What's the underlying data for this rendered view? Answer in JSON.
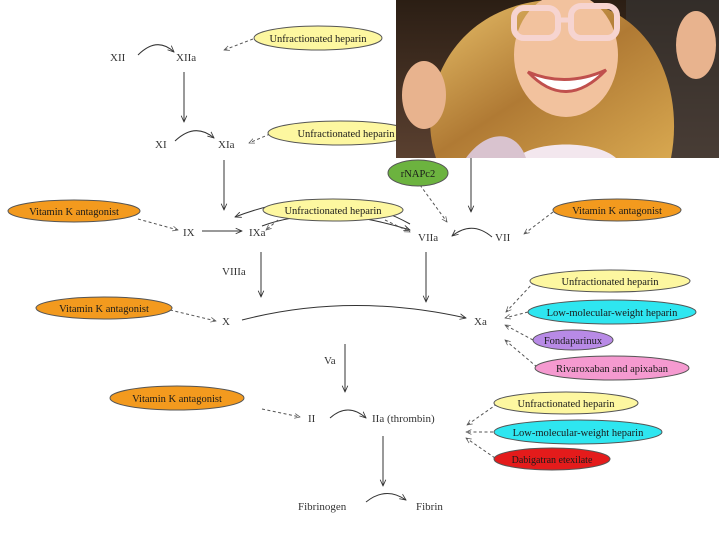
{
  "factors": {
    "xii": "XII",
    "xiia": "XIIa",
    "xi": "XI",
    "xia": "XIa",
    "ix": "IX",
    "ixa": "IXa",
    "viia": "VIIa",
    "vii": "VII",
    "viiia": "VIIIa",
    "x": "X",
    "xa": "Xa",
    "va": "Va",
    "ii": "II",
    "iia": "IIa (thrombin)",
    "fibrinogen": "Fibrinogen",
    "fibrin": "Fibrin"
  },
  "drugs": {
    "ufh_1": "Unfractionated heparin",
    "ufh_2": "Unfractionated heparin",
    "ufh_3": "Unfractionated heparin",
    "ufh_4": "Unfractionated heparin",
    "ufh_5": "Unfractionated heparin",
    "vka_1": "Vitamin K antagonist",
    "vka_2": "Vitamin K antagonist",
    "vka_3": "Vitamin K antagonist",
    "vka_4": "Vitamin K antagonist",
    "lmwh_1": "Low-molecular-weight heparin",
    "lmwh_2": "Low-molecular-weight heparin",
    "rnapc2": "rNAPc2",
    "fondaparinux": "Fondaparinux",
    "rivaroxaban": "Rivaroxaban and apixaban",
    "dabigatran": "Dabigatran etexilate"
  },
  "colors": {
    "heparin": "#fdf7a0",
    "vitamin_k": "#f39a1e",
    "lmwh": "#2ee6f0",
    "rnapc2": "#6cb33f",
    "fondaparinux": "#b88ae6",
    "rivaroxaban": "#f59ad0",
    "dabigatran": "#e41b1b"
  }
}
